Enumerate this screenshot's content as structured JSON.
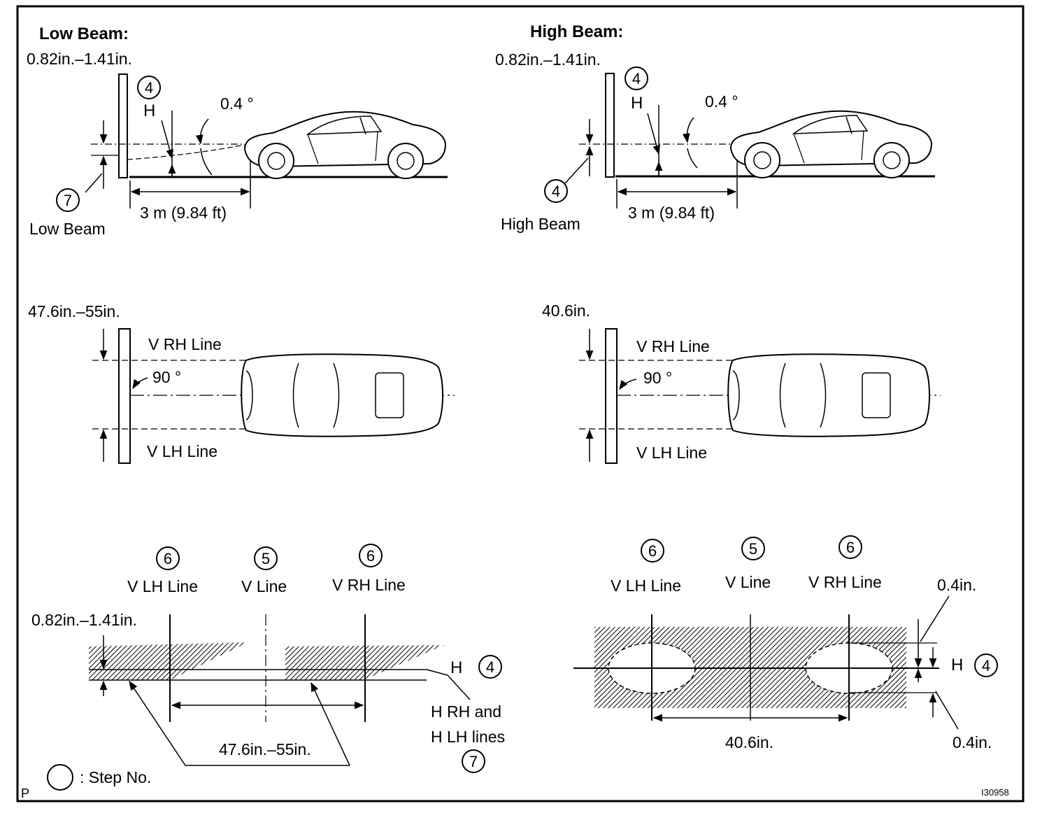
{
  "low": {
    "heading": "Low Beam:",
    "offset_label": "0.82in.–1.41in.",
    "step_h": "4",
    "h_label": "H",
    "angle_label": "0.4 °",
    "distance_label": "3 m (9.84 ft)",
    "step_beam": "7",
    "beam_label": "Low Beam"
  },
  "high": {
    "heading": "High Beam:",
    "offset_label": "0.82in.–1.41in.",
    "step_h": "4",
    "h_label": "H",
    "angle_label": "0.4 °",
    "distance_label": "3 m (9.84 ft)",
    "step_beam": "4",
    "beam_label": "High Beam"
  },
  "top_low": {
    "width_label": "47.6in.–55in.",
    "vrh": "V RH Line",
    "angle": "90 °",
    "vlh": "V LH Line"
  },
  "top_high": {
    "width_label": "40.6in.",
    "vrh": "V RH Line",
    "angle": "90 °",
    "vlh": "V LH Line"
  },
  "pattern_low": {
    "step_vlh": "6",
    "vlh": "V LH Line",
    "step_v": "5",
    "v": "V Line",
    "step_vrh": "6",
    "vrh": "V RH Line",
    "offset_label": "0.82in.–1.41in.",
    "h_label": "H",
    "step_h": "4",
    "hlines_1": "H RH and",
    "hlines_2": "H LH lines",
    "step_hlines": "7",
    "width_label": "47.6in.–55in."
  },
  "pattern_high": {
    "step_vlh": "6",
    "vlh": "V LH Line",
    "step_v": "5",
    "v": "V Line",
    "step_vrh": "6",
    "vrh": "V RH Line",
    "top_offset": "0.4in.",
    "h_label": "H",
    "step_h": "4",
    "bottom_offset": "0.4in.",
    "width_label": "40.6in."
  },
  "legend": {
    "label": ": Step No."
  },
  "corner_mark": "P",
  "figure_id": "I30958"
}
